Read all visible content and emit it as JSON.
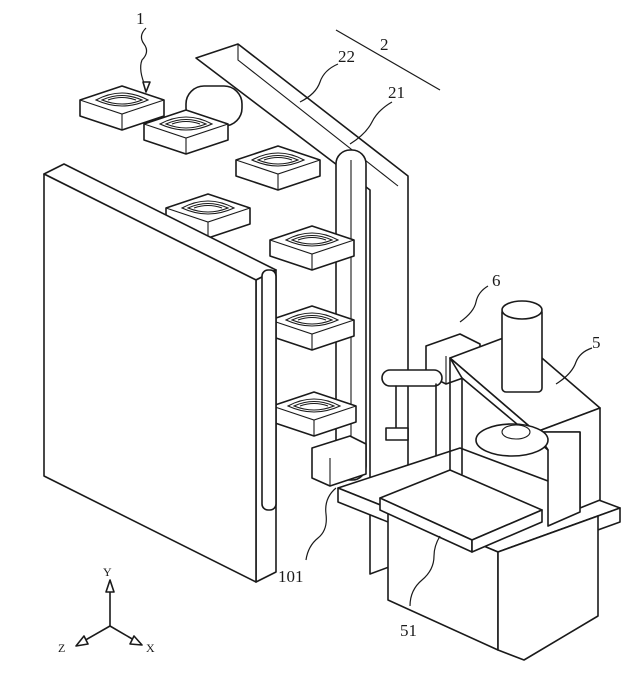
{
  "labels": {
    "l1": "1",
    "l2": "2",
    "l22": "22",
    "l21": "21",
    "l6": "6",
    "l5": "5",
    "l101": "101",
    "l51": "51"
  },
  "axes": {
    "y": "Y",
    "z": "Z",
    "x": "X"
  }
}
